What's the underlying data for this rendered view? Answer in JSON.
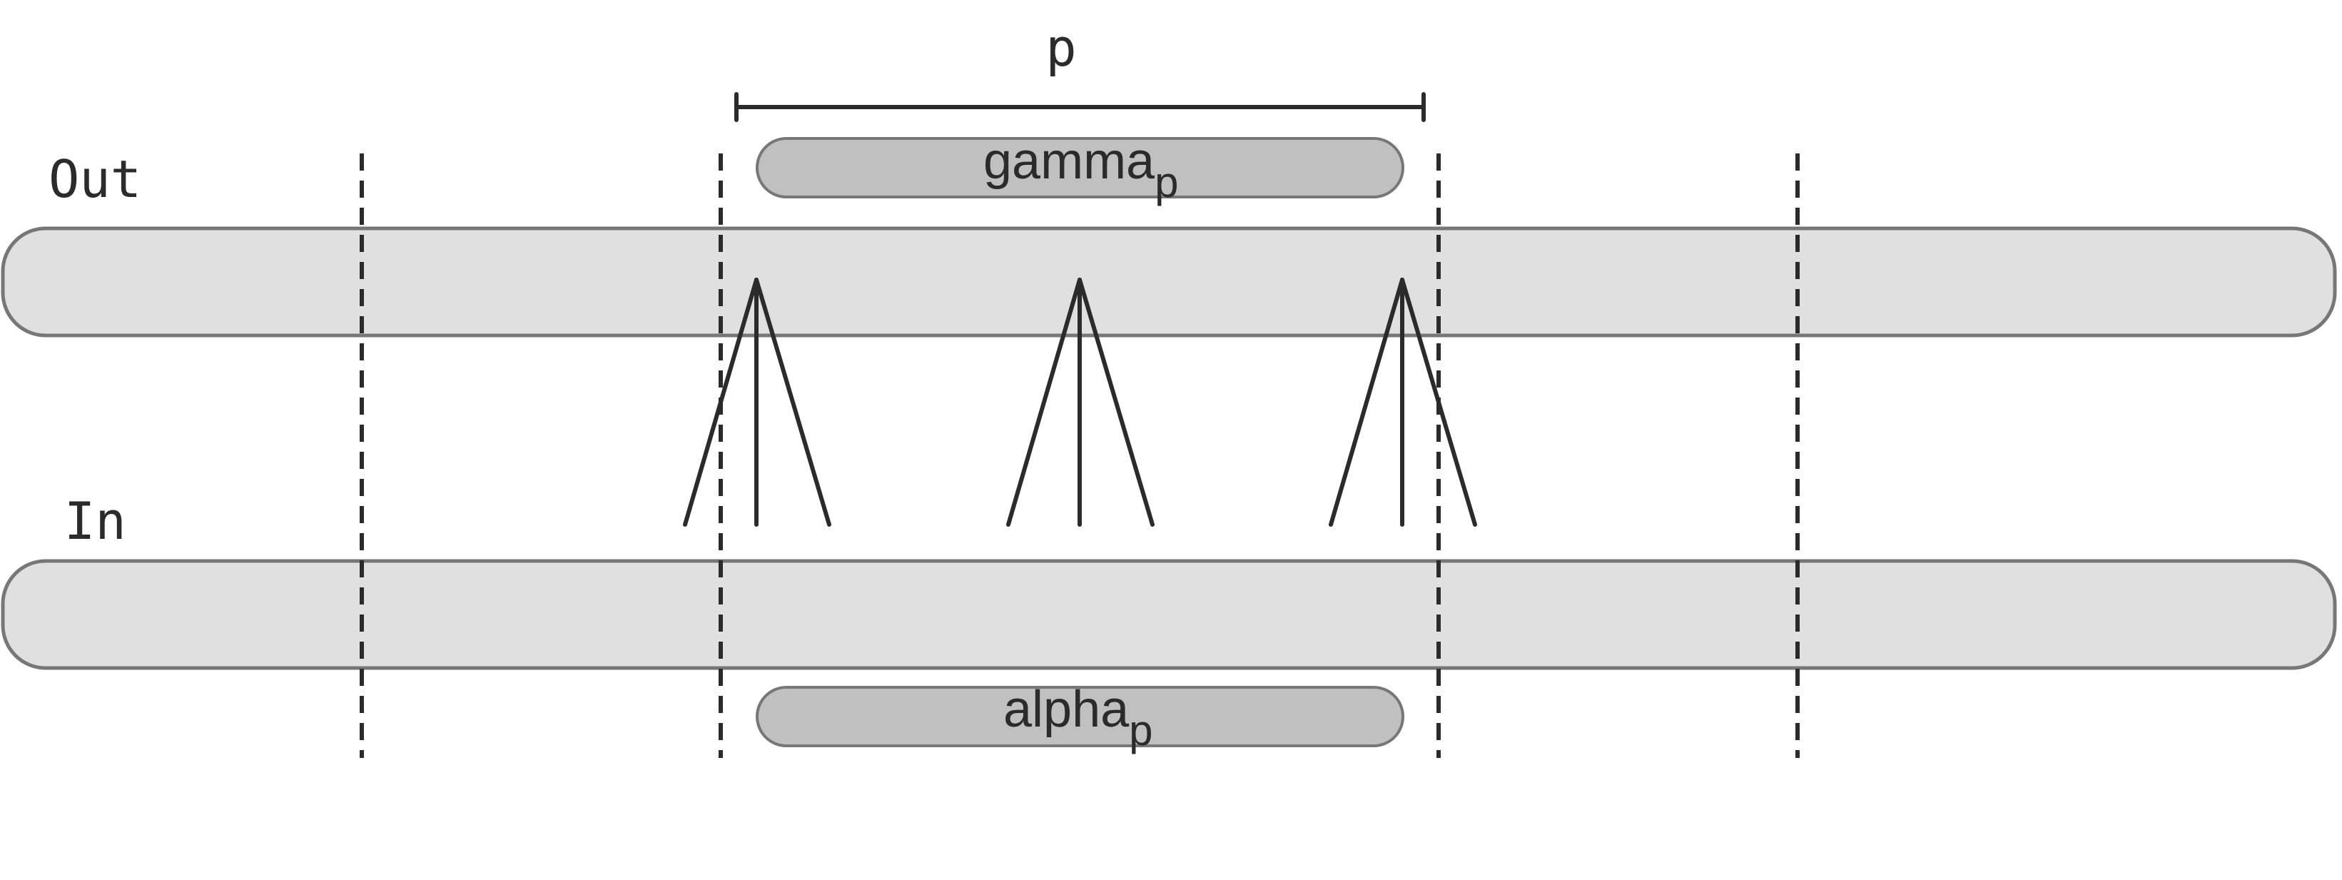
{
  "labels": {
    "out": "Out",
    "in": "In",
    "period": "p",
    "gamma_base": "gamma",
    "gamma_sub": "p",
    "alpha_base": "alpha",
    "alpha_sub": "p"
  }
}
